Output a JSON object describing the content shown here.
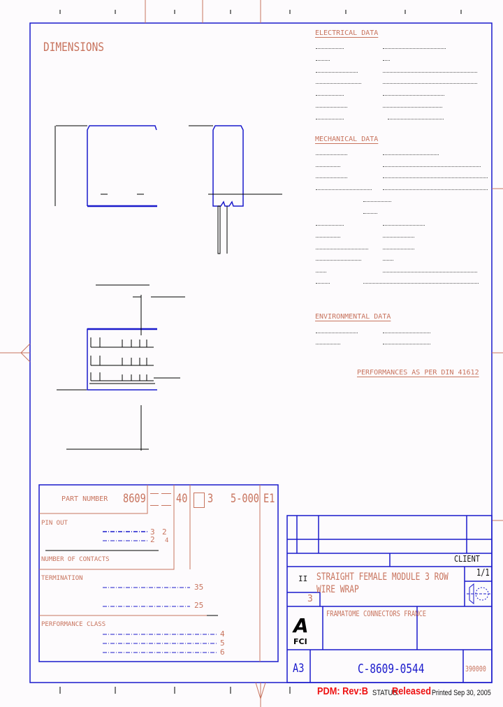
{
  "drawing": {
    "title_heading": "DIMENSIONS",
    "sections": {
      "electrical": "ELECTRICAL DATA",
      "mechanical": "MECHANICAL DATA",
      "environmental": "ENVIRONMENTAL DATA",
      "performance_note": "PERFORMANCES AS PER DIN 41612"
    }
  },
  "part_number_box": {
    "label": "PART NUMBER",
    "code": [
      "8609",
      "40",
      "3",
      "5-000",
      "E1"
    ],
    "pin_out_label": "PIN OUT",
    "pin_out_values": [
      "3",
      "2",
      "2",
      "4"
    ],
    "contacts_label": "NUMBER OF CONTACTS",
    "termination_label": "TERMINATION",
    "termination_values": [
      "35",
      "25"
    ],
    "performance_label": "PERFORMANCE CLASS",
    "performance_values": [
      "4",
      "5",
      "6"
    ]
  },
  "title_block": {
    "client": "CLIENT",
    "title_line1": "STRAIGHT FEMALE MODULE 3 ROW",
    "title_line2": "WIRE WRAP",
    "title_prefix": "II",
    "scale_value": "3",
    "sheet": "1/1",
    "company": "FRAMATOME CONNECTORS FRANCE",
    "logo_text": "FCI",
    "format": "A3",
    "drawing_number": "C-8609-0544",
    "code": "390000"
  },
  "footer": {
    "pdm": "PDM: Rev:B",
    "status_label": "STATUS:",
    "status_value": "Released",
    "printed": "Printed Sep 30, 2005"
  },
  "colors": {
    "frame": "#1a1acc",
    "annotation": "#c8745e",
    "status": "#ee1111"
  }
}
